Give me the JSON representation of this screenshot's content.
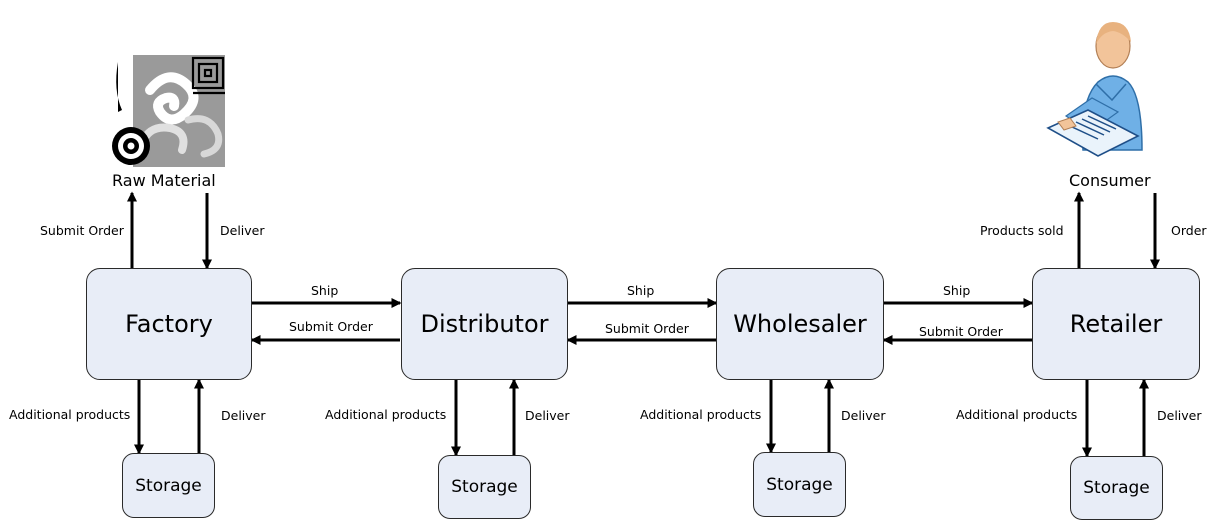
{
  "sources": {
    "raw_material": {
      "label": "Raw Material"
    },
    "consumer": {
      "label": "Consumer"
    }
  },
  "nodes": {
    "factory": "Factory",
    "distributor": "Distributor",
    "wholesaler": "Wholesaler",
    "retailer": "Retailer"
  },
  "storage_label": "Storage",
  "edges": {
    "submit_order": "Submit Order",
    "deliver": "Deliver",
    "ship": "Ship",
    "products_sold": "Products sold",
    "order": "Order",
    "additional_products": "Additional products"
  },
  "colors": {
    "box_fill": "#e8edf7",
    "box_border": "#2a2a2a",
    "arrow": "#000000",
    "consumer_shirt": "#6fb0e6",
    "consumer_skin": "#f2c49a"
  }
}
